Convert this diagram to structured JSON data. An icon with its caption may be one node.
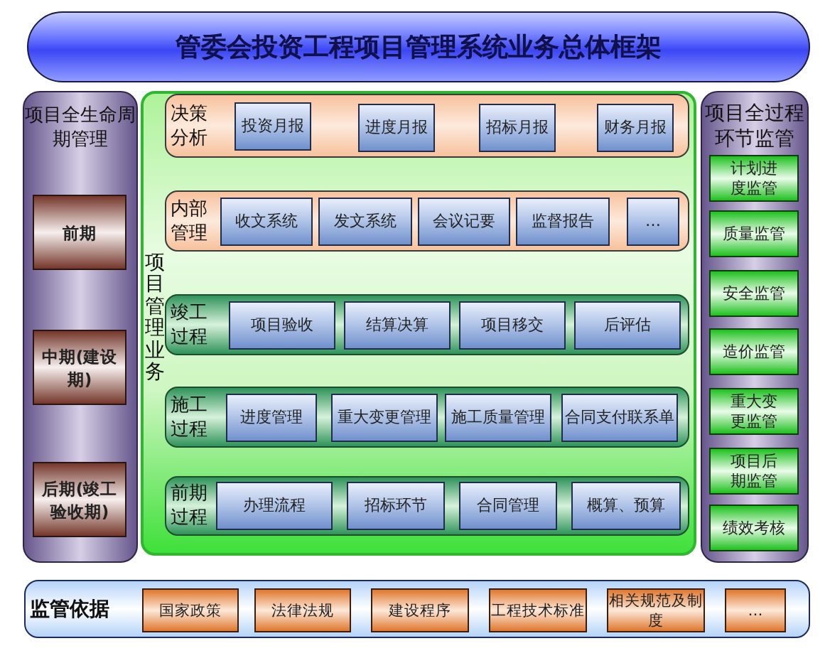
{
  "diagram": {
    "title": "管委会投资工程项目管理系统业务总体框架",
    "nodes": [
      {
        "text": [
          "项目全生命周期管理"
        ]
      },
      {
        "text": [
          "前期"
        ],
        "in": 0
      },
      {
        "text": [
          "中期(建设期)"
        ],
        "in": 0
      },
      {
        "text": [
          "后期(竣工验收期)"
        ],
        "in": 0
      },
      {
        "text": [
          "项目管理业务"
        ]
      },
      {
        "text": [
          "决策分析"
        ],
        "in": 4
      },
      {
        "text": [
          "投资月报"
        ],
        "in": 5
      },
      {
        "text": [
          "进度月报"
        ],
        "in": 5
      },
      {
        "text": [
          "招标月报"
        ],
        "in": 5
      },
      {
        "text": [
          "财务月报"
        ],
        "in": 5
      },
      {
        "text": [
          "内部管理"
        ],
        "in": 4
      },
      {
        "text": [
          "收文系统"
        ],
        "in": 10
      },
      {
        "text": [
          "发文系统"
        ],
        "in": 10
      },
      {
        "text": [
          "会议记要"
        ],
        "in": 10
      },
      {
        "text": [
          "监督报告"
        ],
        "in": 10
      },
      {
        "text": [
          "…"
        ],
        "in": 10
      },
      {
        "text": [
          "竣工过程"
        ],
        "in": 4
      },
      {
        "text": [
          "项目验收"
        ],
        "in": 16
      },
      {
        "text": [
          "结算决算"
        ],
        "in": 16
      },
      {
        "text": [
          "项目移交"
        ],
        "in": 16
      },
      {
        "text": [
          "后评估"
        ],
        "in": 16
      },
      {
        "text": [
          "施工过程"
        ],
        "in": 4
      },
      {
        "text": [
          "进度管理"
        ],
        "in": 21
      },
      {
        "text": [
          "重大变更管理"
        ],
        "in": 21
      },
      {
        "text": [
          "施工质量管理"
        ],
        "in": 21
      },
      {
        "text": [
          "合同支付联系单"
        ],
        "in": 21
      },
      {
        "text": [
          "前期过程"
        ],
        "in": 4
      },
      {
        "text": [
          "办理流程"
        ],
        "in": 26
      },
      {
        "text": [
          "招标环节"
        ],
        "in": 26
      },
      {
        "text": [
          "合同管理"
        ],
        "in": 26
      },
      {
        "text": [
          "概算、预算"
        ],
        "in": 26
      },
      {
        "text": [
          "项目全过程环节监管"
        ]
      },
      {
        "text": [
          "计划进度监管"
        ],
        "in": 31
      },
      {
        "text": [
          "质量监管"
        ],
        "in": 31
      },
      {
        "text": [
          "安全监管"
        ],
        "in": 31
      },
      {
        "text": [
          "造价监管"
        ],
        "in": 31
      },
      {
        "text": [
          "重大变更监管"
        ],
        "in": 31
      },
      {
        "text": [
          "项目后期监管"
        ],
        "in": 31
      },
      {
        "text": [
          "绩效考核"
        ],
        "in": 31
      },
      {
        "text": [
          "监管依据"
        ]
      },
      {
        "text": [
          "国家政策"
        ],
        "in": 39
      },
      {
        "text": [
          "法律法规"
        ],
        "in": 39
      },
      {
        "text": [
          "建设程序"
        ],
        "in": 39
      },
      {
        "text": [
          "工程技术标准"
        ],
        "in": 39
      },
      {
        "text": [
          "相关规范及制度"
        ],
        "in": 39
      },
      {
        "text": [
          "…"
        ],
        "in": 39
      }
    ]
  }
}
